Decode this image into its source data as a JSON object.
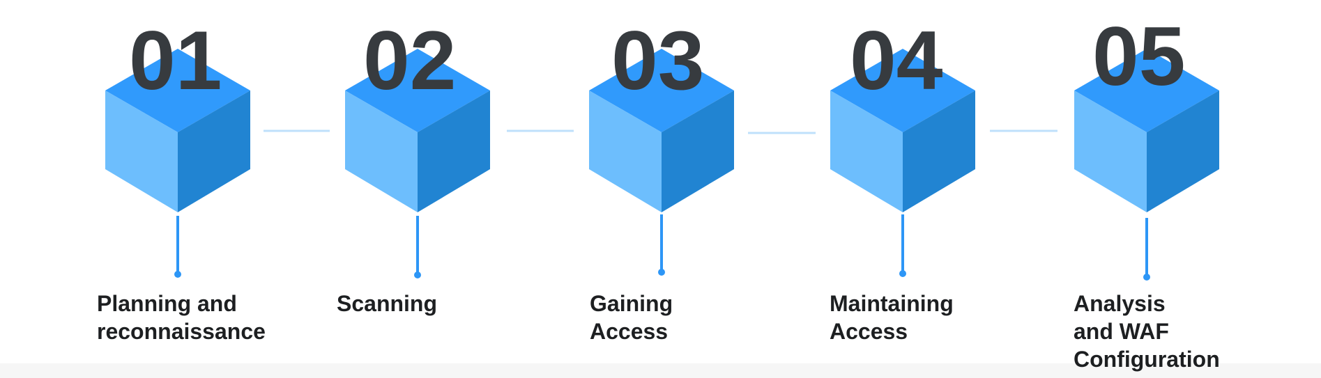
{
  "colors": {
    "cube_top": "#309afc",
    "cube_left": "#6dbefd",
    "cube_right": "#2184d2",
    "connector": "#bfe0fb",
    "stem": "#2d96f6",
    "number": "#373b3f",
    "label": "#1d1f21"
  },
  "steps": [
    {
      "number": "01",
      "label": "Planning and\nreconnaissance"
    },
    {
      "number": "02",
      "label": "Scanning"
    },
    {
      "number": "03",
      "label": "Gaining\nAccess"
    },
    {
      "number": "04",
      "label": "Maintaining\nAccess"
    },
    {
      "number": "05",
      "label": "Analysis\nand WAF\nConfiguration"
    }
  ]
}
